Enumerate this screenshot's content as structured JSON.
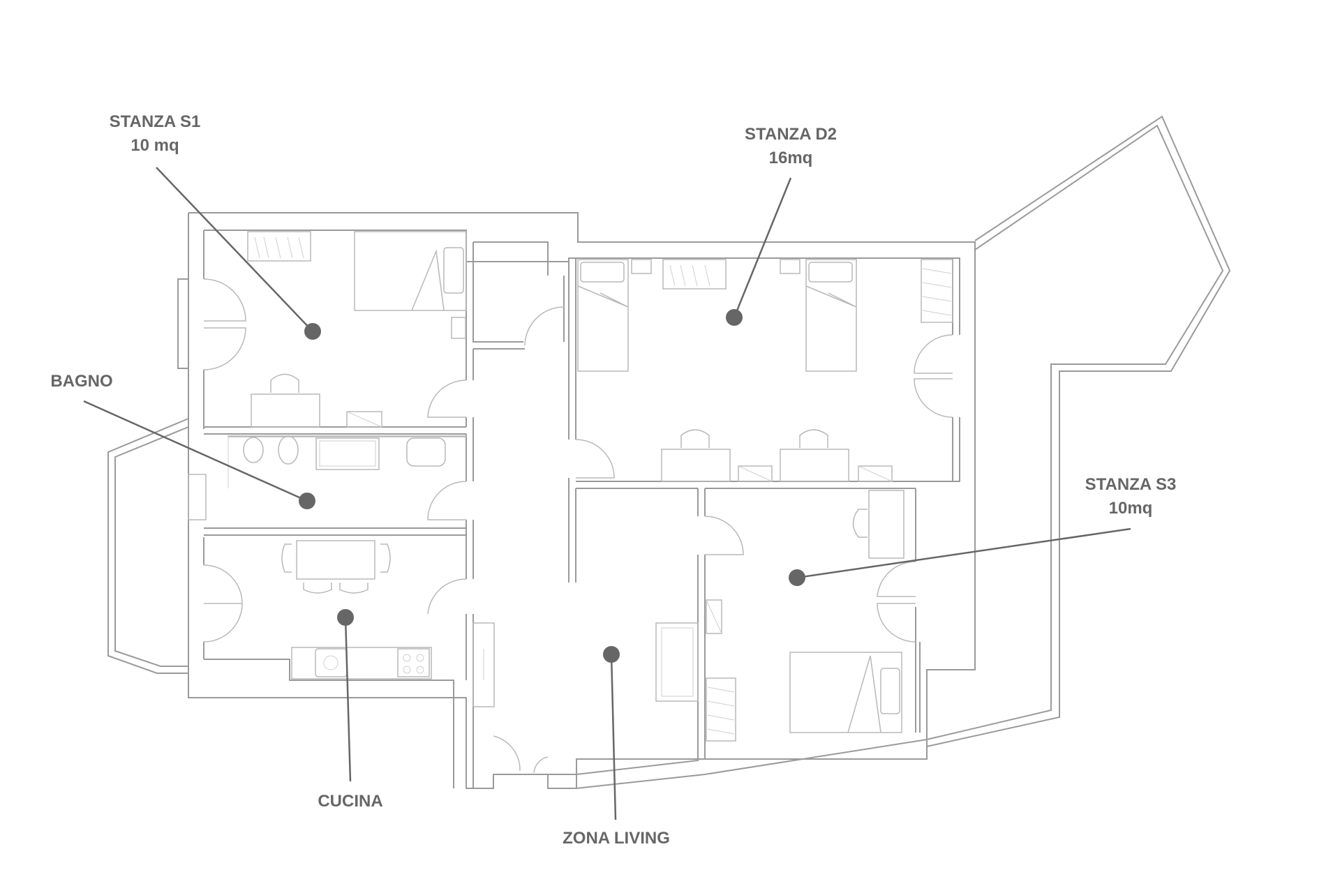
{
  "rooms": {
    "stanza_s1": {
      "name": "STANZA S1",
      "area": "10 mq"
    },
    "stanza_d2": {
      "name": "STANZA D2",
      "area": "16mq"
    },
    "bagno": {
      "name": "BAGNO"
    },
    "stanza_s3": {
      "name": "STANZA S3",
      "area": "10mq"
    },
    "cucina": {
      "name": "CUCINA"
    },
    "zona_living": {
      "name": "ZONA LIVING"
    }
  },
  "colors": {
    "label": "#666666",
    "walls": "#9a9a9a",
    "furniture": "#b8b8b8",
    "background": "#ffffff"
  }
}
